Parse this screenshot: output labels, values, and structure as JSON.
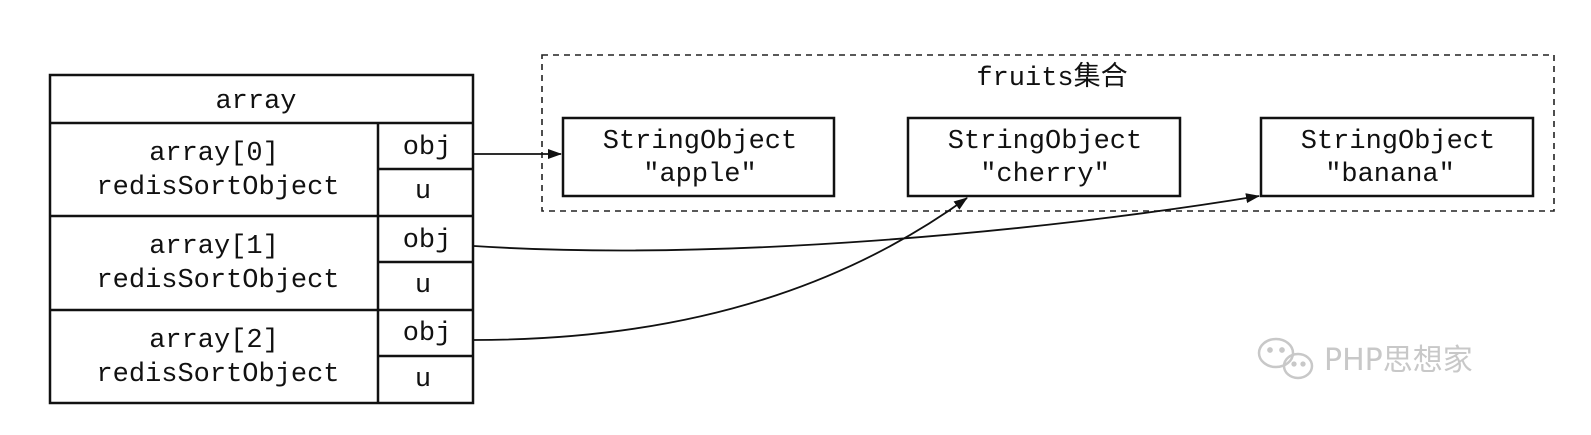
{
  "array": {
    "header": "array",
    "rows": [
      {
        "line1": "array[0]",
        "line2": "redisSortObject",
        "field_obj": "obj",
        "field_u": "u"
      },
      {
        "line1": "array[1]",
        "line2": "redisSortObject",
        "field_obj": "obj",
        "field_u": "u"
      },
      {
        "line1": "array[2]",
        "line2": "redisSortObject",
        "field_obj": "obj",
        "field_u": "u"
      }
    ]
  },
  "set": {
    "title": "fruits集合",
    "items": [
      {
        "type": "StringObject",
        "value": "\"apple\""
      },
      {
        "type": "StringObject",
        "value": "\"cherry\""
      },
      {
        "type": "StringObject",
        "value": "\"banana\""
      }
    ]
  },
  "watermark": {
    "text": "PHP思想家",
    "icon": "wechat-icon",
    "color": "#c8c8c8"
  },
  "colors": {
    "stroke": "#111111",
    "background": "#ffffff"
  }
}
